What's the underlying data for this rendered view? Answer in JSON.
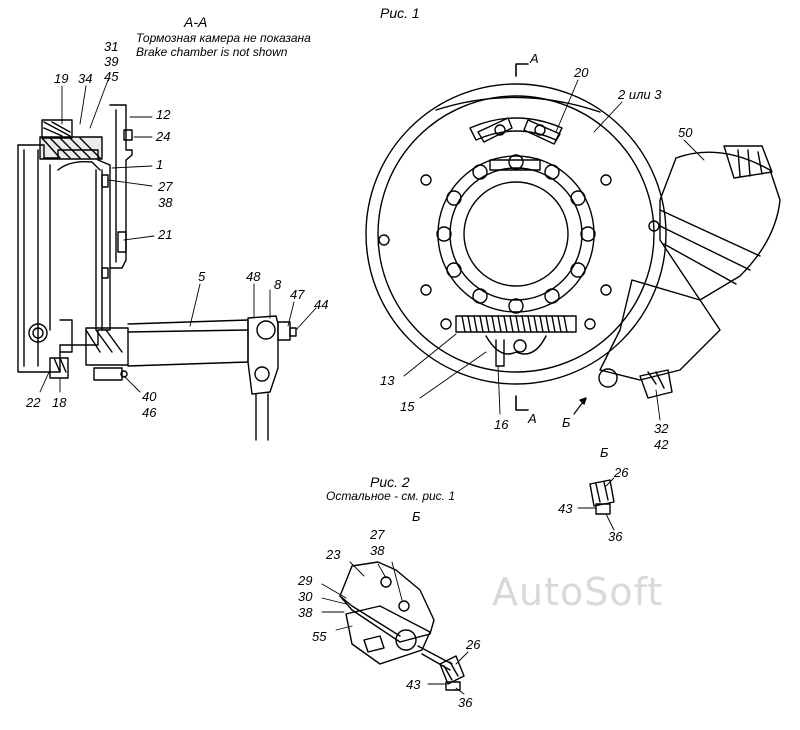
{
  "fig1": {
    "title": "Рис. 1",
    "section_title": "А-А",
    "note_ru": "Тормозная камера не показана",
    "note_en": "Brake chamber is not shown",
    "section_mark": "А",
    "view_mark": "Б"
  },
  "fig2": {
    "title": "Рис. 2",
    "note": "Остальное - см. рис. 1",
    "view_mark": "Б"
  },
  "watermark": "AutoSoft",
  "labels": {
    "l31": "31",
    "l39": "39",
    "l45": "45",
    "l19": "19",
    "l34": "34",
    "l12": "12",
    "l24": "24",
    "l1": "1",
    "l27": "27",
    "l38": "38",
    "l21": "21",
    "l5": "5",
    "l48": "48",
    "l8": "8",
    "l47": "47",
    "l44": "44",
    "l22": "22",
    "l18": "18",
    "l40": "40",
    "l46": "46",
    "l20": "20",
    "l2or3": "2 или 3",
    "l50": "50",
    "l13": "13",
    "l15": "15",
    "l16": "16",
    "l32": "32",
    "l42": "42",
    "b26": "26",
    "b43": "43",
    "b36": "36",
    "f23": "23",
    "f27": "27",
    "f38": "38",
    "f29": "29",
    "f30": "30",
    "f38b": "38",
    "f55": "55",
    "f26": "26",
    "f43": "43",
    "f36": "36"
  }
}
